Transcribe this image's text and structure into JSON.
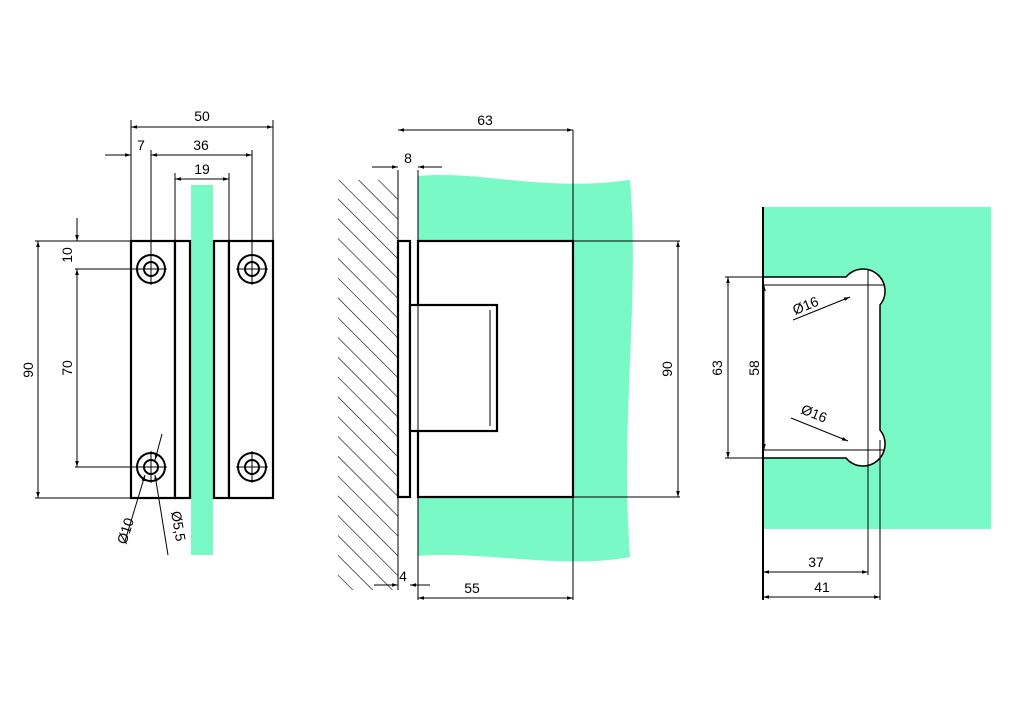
{
  "colors": {
    "glass": "#79f9c6",
    "line": "#000000"
  },
  "front_view": {
    "width_total": "50",
    "hole_offset": "7",
    "hole_spacing_h": "36",
    "glass_gap": "19",
    "top_offset": "10",
    "hole_spacing_v": "70",
    "height_total": "90",
    "counterbore_dia": "Ø10",
    "hole_dia": "Ø5,5"
  },
  "side_view": {
    "depth_total": "63",
    "plate_thickness": "8",
    "height": "90",
    "plate_gap": "4",
    "body_depth": "55"
  },
  "top_view": {
    "outer_height": "63",
    "inner_height": "58",
    "radius_top": "Ø16",
    "radius_bottom": "Ø16",
    "inner_depth": "37",
    "outer_depth": "41"
  }
}
